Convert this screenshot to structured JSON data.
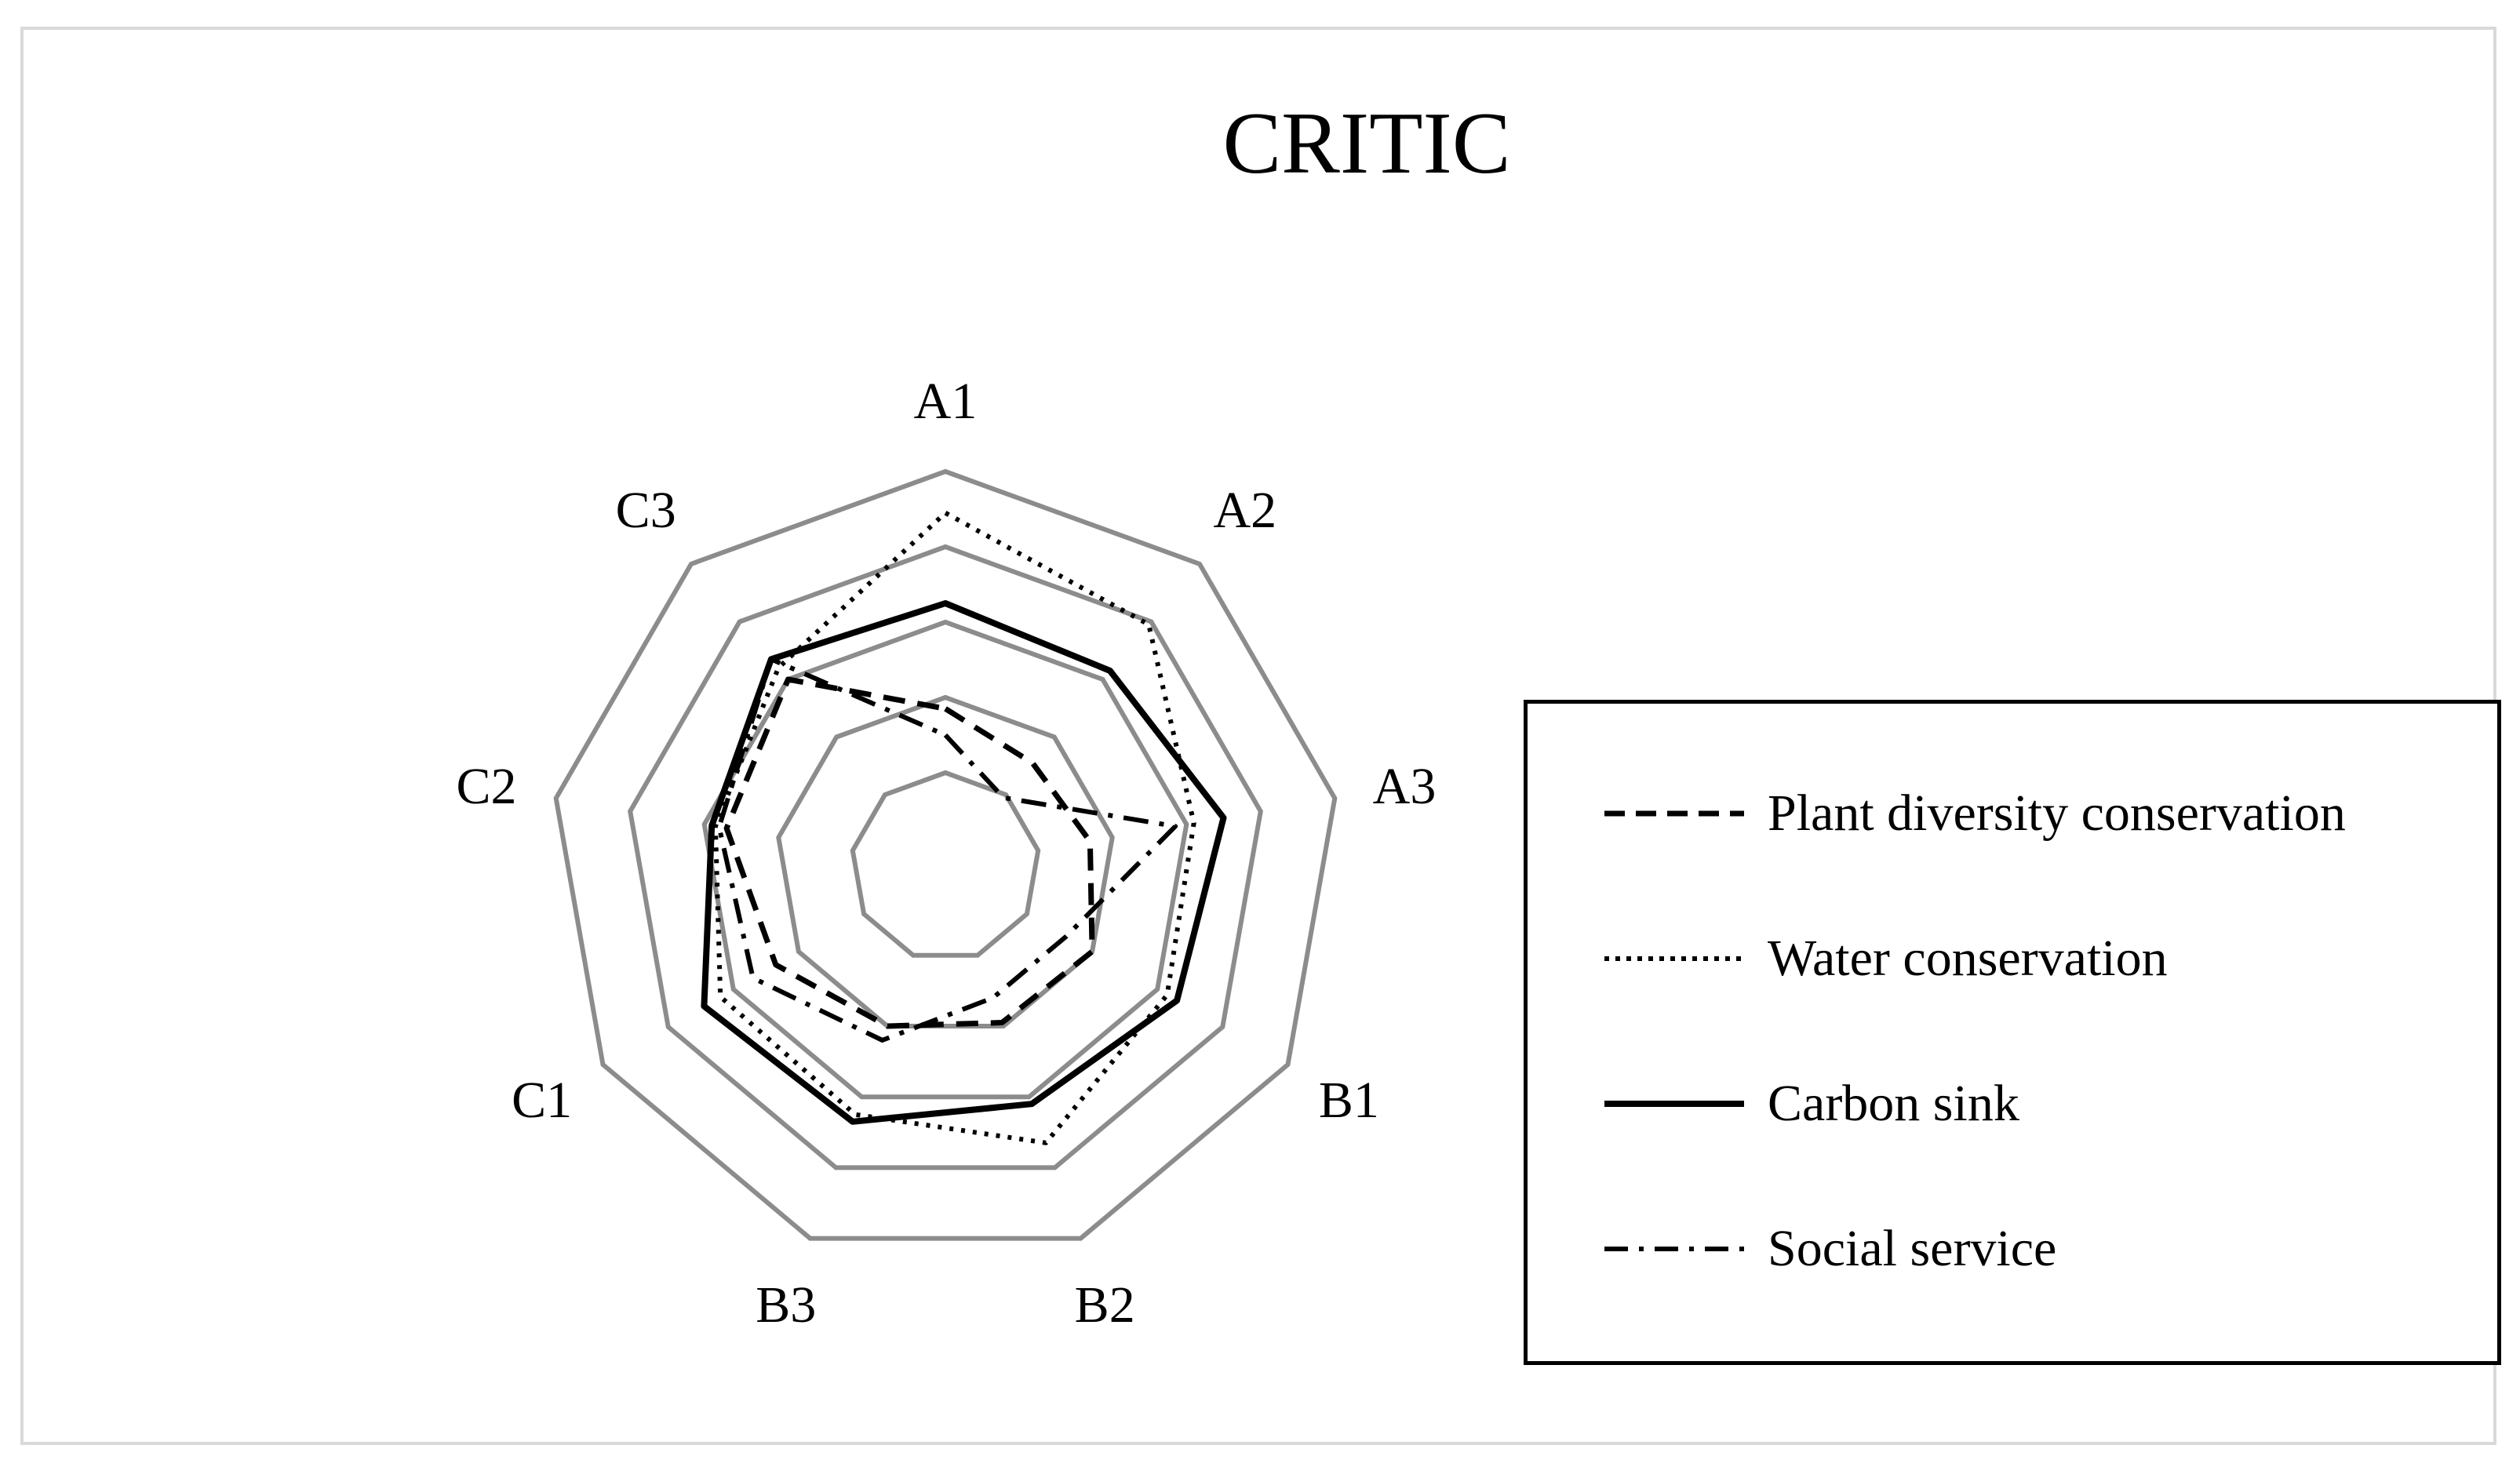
{
  "chart_data": {
    "type": "radar",
    "title": "CRITIC",
    "axes": [
      "A1",
      "A2",
      "A3",
      "B1",
      "B2",
      "B3",
      "C1",
      "C2",
      "C3"
    ],
    "rings": 5,
    "rlim": [
      0,
      5
    ],
    "grid": true,
    "legend_position": "right",
    "series": [
      {
        "name": "Plant diversity conservation",
        "style": "dashed",
        "values": [
          1.85,
          1.55,
          1.7,
          2.0,
          1.95,
          2.0,
          2.35,
          2.7,
          3.0
        ]
      },
      {
        "name": "Water conservation",
        "style": "dotted",
        "values": [
          4.45,
          3.95,
          3.1,
          3.15,
          3.65,
          3.25,
          3.2,
          2.85,
          3.2
        ]
      },
      {
        "name": "Carbon sink",
        "style": "solid",
        "values": [
          3.25,
          3.15,
          3.5,
          3.3,
          3.1,
          3.35,
          3.45,
          2.9,
          3.35
        ]
      },
      {
        "name": "Social service",
        "style": "dashdot",
        "values": [
          1.5,
          0.95,
          2.85,
          1.6,
          1.6,
          2.2,
          2.7,
          2.8,
          3.35
        ]
      }
    ],
    "colors": {
      "grid": "#8c8c8c",
      "lines": "#000000"
    }
  }
}
